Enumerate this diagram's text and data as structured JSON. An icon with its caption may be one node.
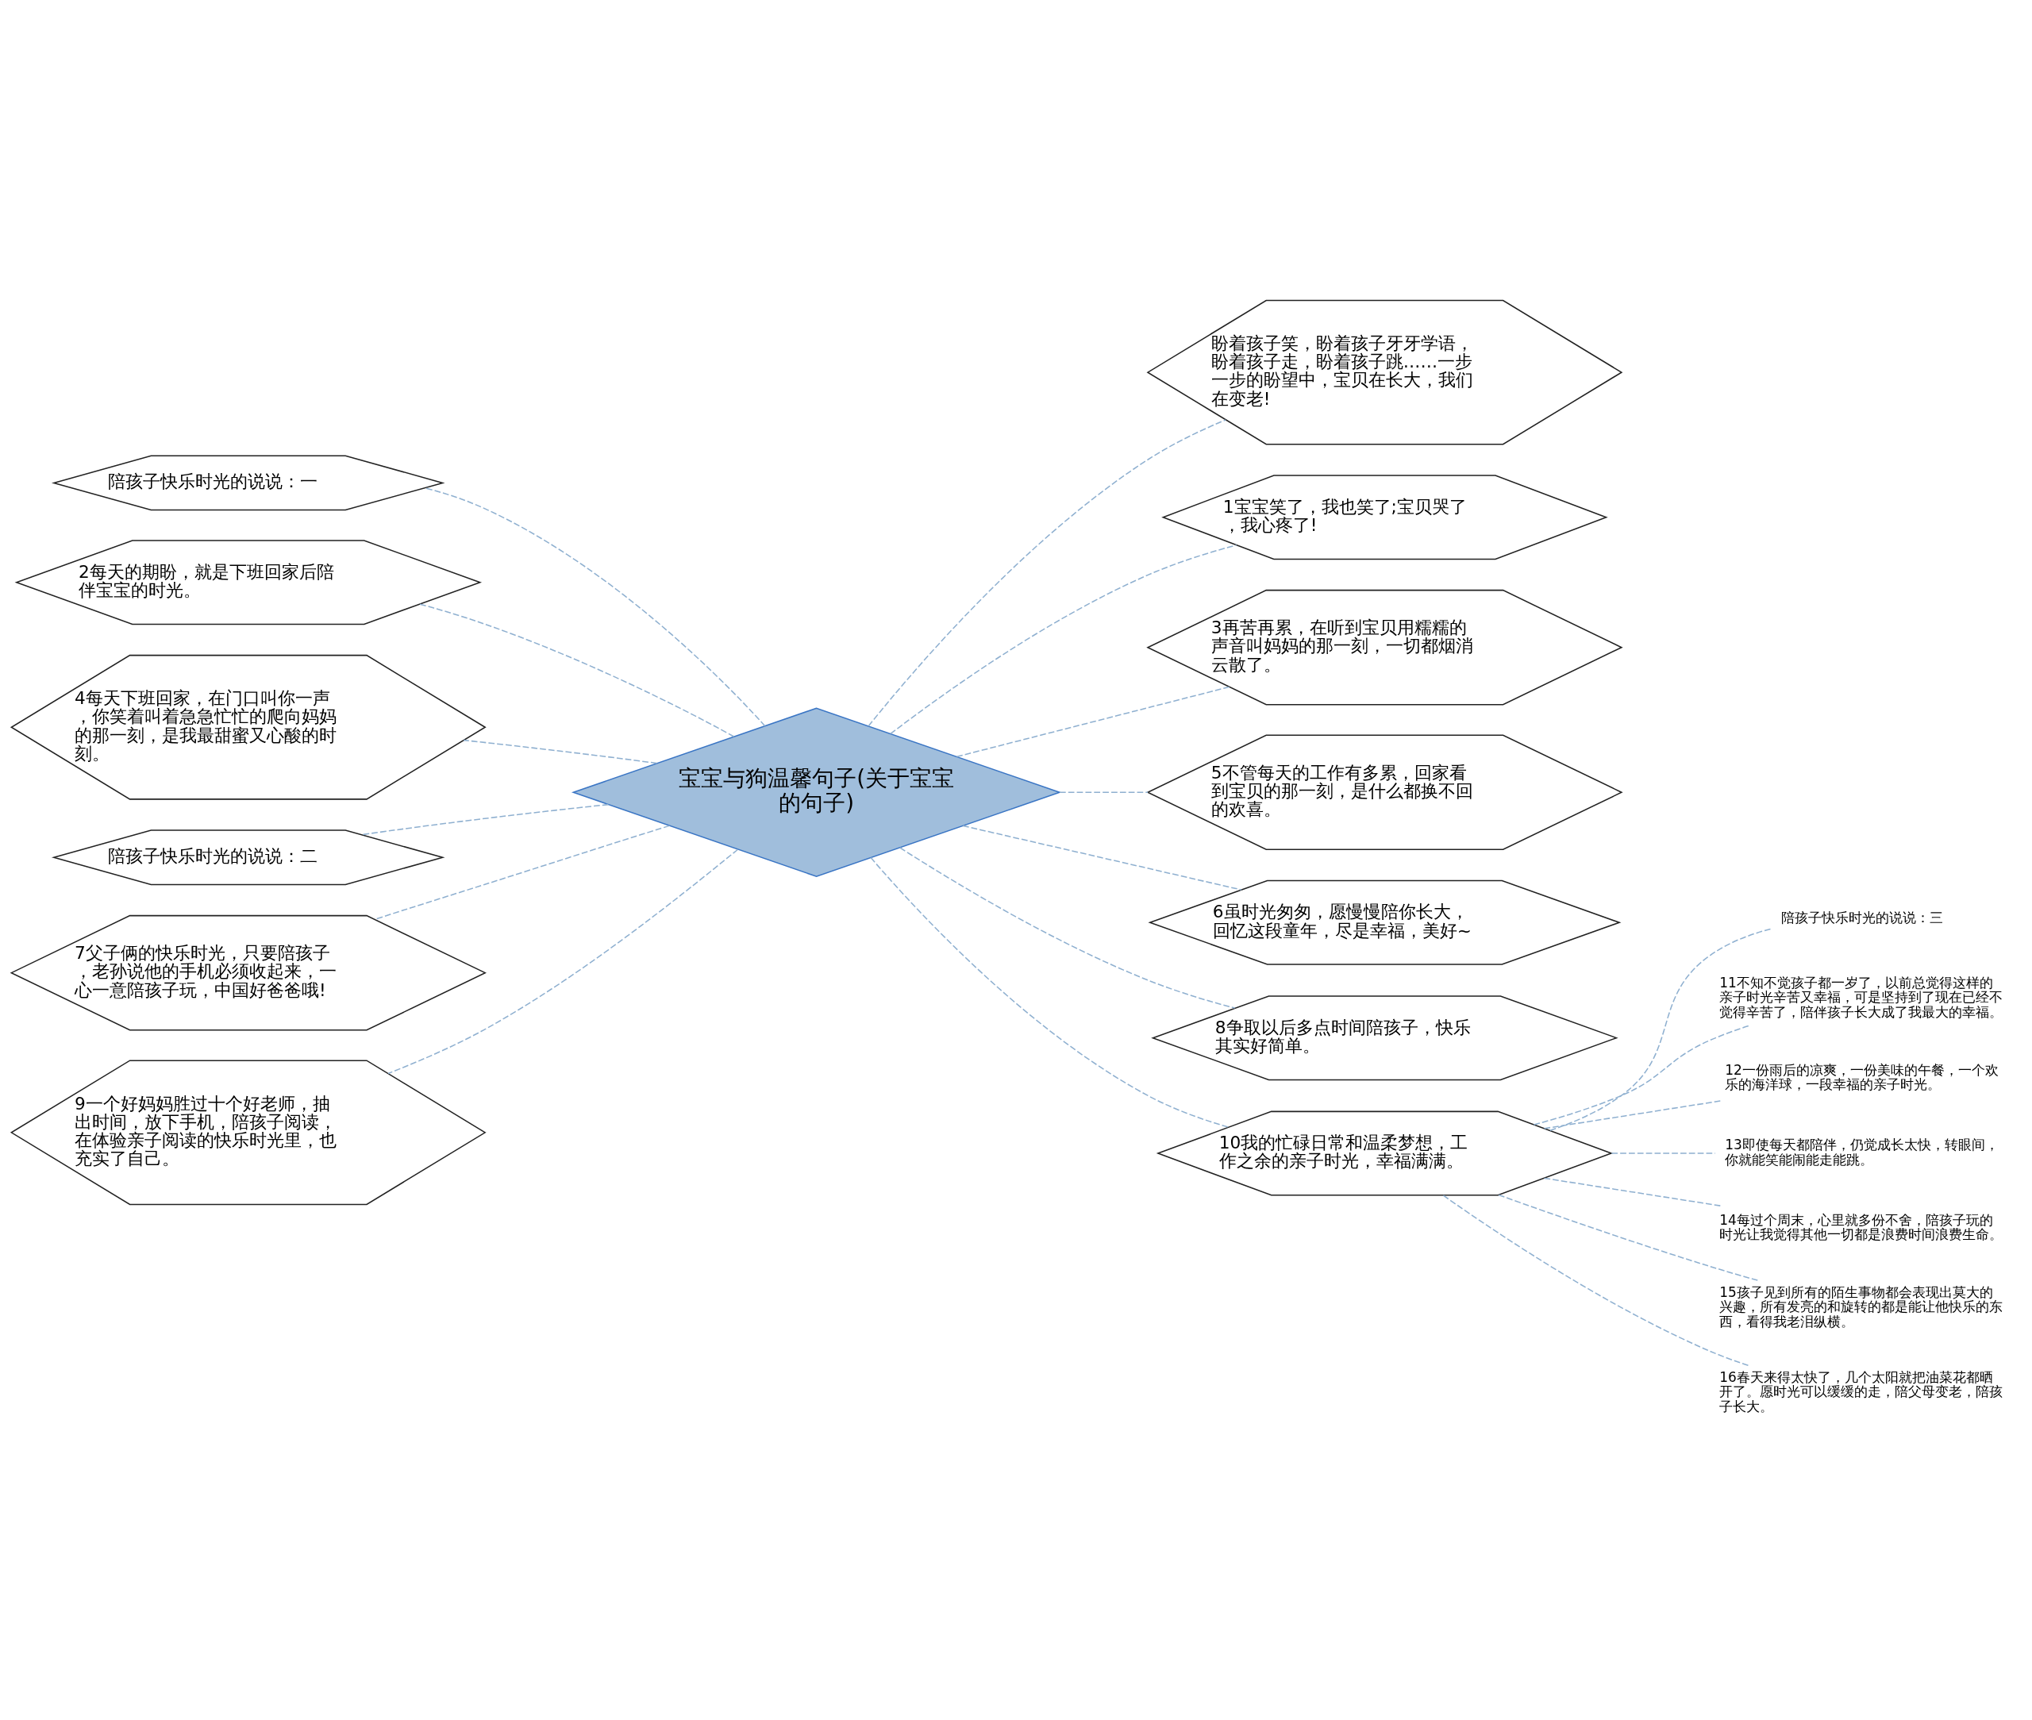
{
  "diagram": {
    "nodes": [
      {
        "text": [
          "宝宝与狗温馨句子(关于宝宝的句子)"
        ]
      },
      {
        "text": [
          "陪孩子快乐时光的说说：一"
        ]
      },
      {
        "text": [
          "2每天的期盼，就是下班回家后陪伴宝宝的时光。"
        ]
      },
      {
        "text": [
          "4每天下班回家，在门口叫你一声，你笑着叫着急急忙忙的爬向妈妈的那一刻，是我最甜蜜又心酸的时刻。"
        ]
      },
      {
        "text": [
          "陪孩子快乐时光的说说：二"
        ]
      },
      {
        "text": [
          "7父子俩的快乐时光，只要陪孩子，老孙说他的手机必须收起来，一心一意陪孩子玩，中国好爸爸哦!"
        ]
      },
      {
        "text": [
          "9一个好妈妈胜过十个好老师，抽出时间，放下手机，陪孩子阅读，在体验亲子阅读的快乐时光里，也充实了自己。"
        ]
      },
      {
        "text": [
          "盼着孩子笑，盼着孩子牙牙学语，盼着孩子走，盼着孩子跳……一步一步的盼望中，宝贝在长大，我们在变老!"
        ]
      },
      {
        "text": [
          "1宝宝笑了，我也笑了;宝贝哭了，我心疼了!"
        ]
      },
      {
        "text": [
          "3再苦再累，在听到宝贝用糯糯的声音叫妈妈的那一刻，一切都烟消云散了。"
        ]
      },
      {
        "text": [
          "5不管每天的工作有多累，回家看到宝贝的那一刻，是什么都换不回的欢喜。"
        ]
      },
      {
        "text": [
          "6虽时光匆匆，愿慢慢陪你长大，回忆这段童年，尽是幸福，美好~"
        ]
      },
      {
        "text": [
          "8争取以后多点时间陪孩子，快乐其实好简单。"
        ]
      },
      {
        "text": [
          "10我的忙碌日常和温柔梦想，工作之余的亲子时光，幸福满满。"
        ]
      },
      {
        "text": [
          "陪孩子快乐时光的说说：三"
        ]
      },
      {
        "text": [
          "11不知不觉孩子都一岁了，以前总觉得这样的亲子时光辛苦又幸福，可是坚持到了现在已经不觉得辛苦了，陪伴孩子长大成了我最大的幸福。"
        ]
      },
      {
        "text": [
          "12一份雨后的凉爽，一份美味的午餐，一个欢乐的海洋球，一段幸福的亲子时光。"
        ]
      },
      {
        "text": [
          "13即使每天都陪伴，仍觉成长太快，转眼间，你就能笑能闹能走能跳。"
        ]
      },
      {
        "text": [
          "14每过个周末，心里就多份不舍，陪孩子玩的时光让我觉得其他一切都是浪费时间浪费生命。"
        ]
      },
      {
        "text": [
          "15孩子见到所有的陌生事物都会表现出莫大的兴趣，所有发亮的和旋转的都是能让他快乐的东西，看得我老泪纵横。"
        ]
      },
      {
        "text": [
          "16春天来得太快了，几个太阳就把油菜花都晒开了。愿时光可以缓缓的走，陪父母变老，陪孩子长大。"
        ]
      }
    ],
    "edges": [
      {
        "from": 0,
        "to": 1,
        "arrow": "none",
        "style": "dashed"
      },
      {
        "from": 0,
        "to": 2,
        "arrow": "none",
        "style": "dashed"
      },
      {
        "from": 0,
        "to": 3,
        "arrow": "none",
        "style": "dashed"
      },
      {
        "from": 0,
        "to": 4,
        "arrow": "none",
        "style": "dashed"
      },
      {
        "from": 0,
        "to": 5,
        "arrow": "none",
        "style": "dashed"
      },
      {
        "from": 0,
        "to": 6,
        "arrow": "none",
        "style": "dashed"
      },
      {
        "from": 0,
        "to": 7,
        "arrow": "none",
        "style": "dashed"
      },
      {
        "from": 0,
        "to": 8,
        "arrow": "none",
        "style": "dashed"
      },
      {
        "from": 0,
        "to": 9,
        "arrow": "none",
        "style": "dashed"
      },
      {
        "from": 0,
        "to": 10,
        "arrow": "none",
        "style": "dashed"
      },
      {
        "from": 0,
        "to": 11,
        "arrow": "none",
        "style": "dashed"
      },
      {
        "from": 0,
        "to": 12,
        "arrow": "none",
        "style": "dashed"
      },
      {
        "from": 0,
        "to": 13,
        "arrow": "none",
        "style": "dashed"
      },
      {
        "from": 13,
        "to": 14,
        "arrow": "none",
        "style": "dashed"
      },
      {
        "from": 13,
        "to": 15,
        "arrow": "none",
        "style": "dashed"
      },
      {
        "from": 13,
        "to": 16,
        "arrow": "none",
        "style": "dashed"
      },
      {
        "from": 13,
        "to": 17,
        "arrow": "none",
        "style": "dashed"
      },
      {
        "from": 13,
        "to": 18,
        "arrow": "none",
        "style": "dashed"
      },
      {
        "from": 13,
        "to": 19,
        "arrow": "none",
        "style": "dashed"
      },
      {
        "from": 13,
        "to": 20,
        "arrow": "none",
        "style": "dashed"
      }
    ]
  }
}
